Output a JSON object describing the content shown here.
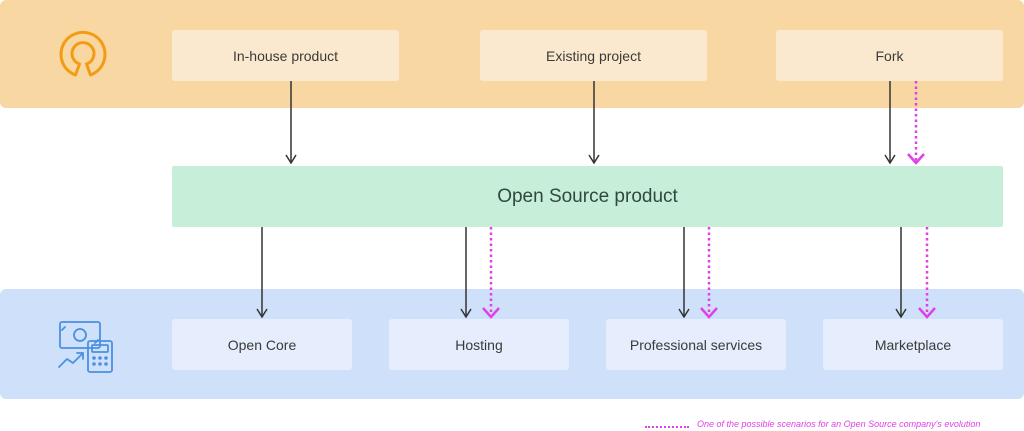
{
  "sources": {
    "inhouse": "In-house product",
    "existing": "Existing project",
    "fork": "Fork"
  },
  "product": {
    "label": "Open Source product"
  },
  "models": {
    "open_core": "Open Core",
    "hosting": "Hosting",
    "professional_services": "Professional services",
    "marketplace": "Marketplace"
  },
  "legend": {
    "text": "One of the possible scenarios for an Open Source company's evolution"
  },
  "icons": {
    "top": "open-source-logo",
    "bottom": "money-calculator-chart"
  },
  "colors": {
    "top_band": "#f9d7a3",
    "bottom_band": "#cfe0fb",
    "product": "#c7eed9",
    "scenario": "#e040e8",
    "icon_top": "#f39c12",
    "icon_bottom": "#4a90e2"
  }
}
